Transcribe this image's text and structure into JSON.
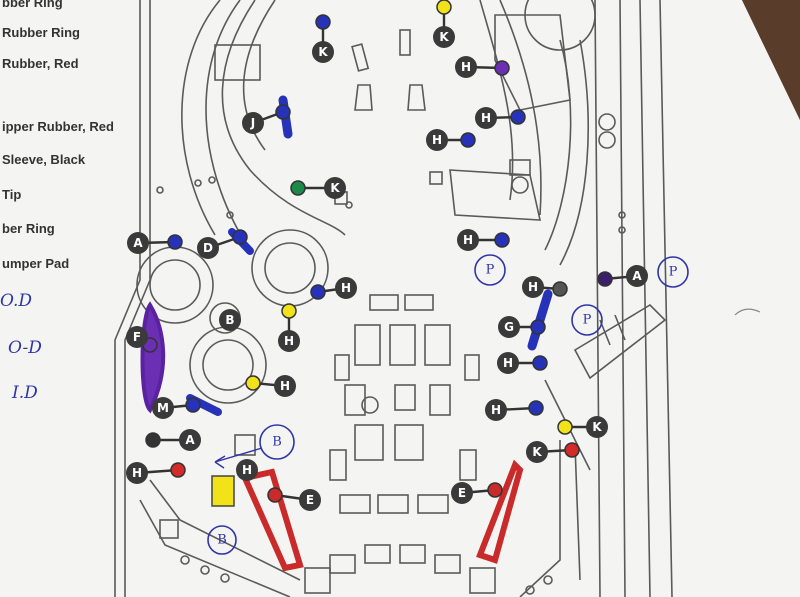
{
  "legend": {
    "items": [
      {
        "text": "bber Ring"
      },
      {
        "text": "Rubber Ring"
      },
      {
        "text": "Rubber, Red"
      },
      {
        "text": "ipper Rubber, Red"
      },
      {
        "text": "Sleeve, Black"
      },
      {
        "text": "Tip"
      },
      {
        "text": "ber Ring"
      },
      {
        "text": "umper Pad"
      }
    ],
    "handwritten": [
      {
        "text": "O.D"
      },
      {
        "text": "O-D"
      },
      {
        "text": "I.D"
      }
    ]
  },
  "callouts": [
    {
      "letter": "K",
      "marker": "#2633b8"
    },
    {
      "letter": "K",
      "marker": "#f2e21a"
    },
    {
      "letter": "H",
      "marker": "#6a2fb3"
    },
    {
      "letter": "H",
      "marker": "#2633b8"
    },
    {
      "letter": "J",
      "marker": "#2633b8"
    },
    {
      "letter": "H",
      "marker": "#2633b8"
    },
    {
      "letter": "K",
      "marker": "#1e8a4a"
    },
    {
      "letter": "A",
      "marker": "#2633b8"
    },
    {
      "letter": "D",
      "marker": "#2633b8"
    },
    {
      "letter": "H",
      "marker": "#2633b8"
    },
    {
      "letter": "H",
      "marker": "#2633b8"
    },
    {
      "letter": "H",
      "marker": "#f2e21a"
    },
    {
      "letter": "B",
      "marker": "none"
    },
    {
      "letter": "F",
      "marker": "#6a2fb3"
    },
    {
      "letter": "H",
      "marker": "#f2e21a"
    },
    {
      "letter": "M",
      "marker": "#2633b8"
    },
    {
      "letter": "A",
      "marker": "#333333"
    },
    {
      "letter": "H",
      "marker": "#d32a2a"
    },
    {
      "letter": "H",
      "marker": "none"
    },
    {
      "letter": "H",
      "marker": "#2633b8"
    },
    {
      "letter": "E",
      "marker": "#c92a2a"
    },
    {
      "letter": "E",
      "marker": "#c92a2a"
    },
    {
      "letter": "H",
      "marker": "#555555"
    },
    {
      "letter": "G",
      "marker": "#2633b8"
    },
    {
      "letter": "H",
      "marker": "#2633b8"
    },
    {
      "letter": "K",
      "marker": "#f2e21a"
    },
    {
      "letter": "K",
      "marker": "#d32a2a"
    },
    {
      "letter": "A",
      "marker": "#3a1f6a"
    }
  ],
  "hand_notes": [
    {
      "text": "P"
    },
    {
      "text": "P"
    },
    {
      "text": "P"
    },
    {
      "text": "B"
    },
    {
      "text": "B"
    }
  ],
  "colors": {
    "blue_marker": "#2633b8",
    "purple_marker": "#6a2fb3",
    "red_marker": "#d32a2a",
    "yellow_marker": "#f2e21a",
    "green_marker": "#1e8a4a",
    "callout_fill": "#3a3a3a",
    "paper": "#f4f4f2",
    "background": "#6b4a36"
  }
}
